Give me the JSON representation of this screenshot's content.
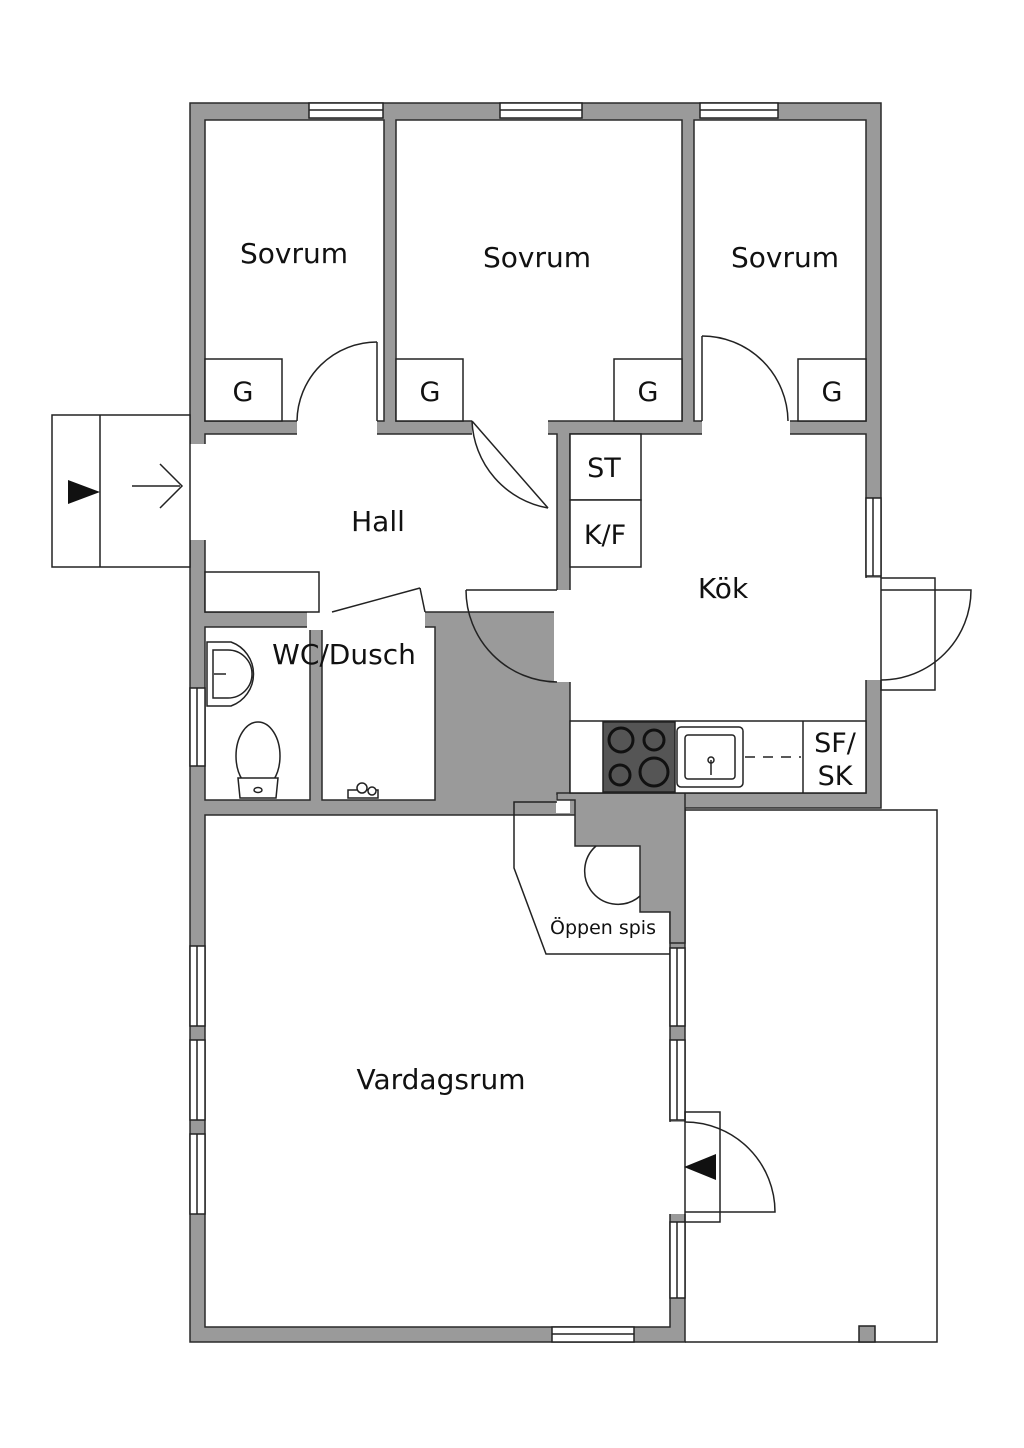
{
  "colors": {
    "wall": "#9a9a9a",
    "wall_stroke": "#2a2a2a",
    "line": "#222222",
    "floor": "#ffffff",
    "stove": "#555555"
  },
  "rooms": {
    "bedroom_left": "Sovrum",
    "bedroom_middle": "Sovrum",
    "bedroom_right": "Sovrum",
    "hall": "Hall",
    "kitchen": "Kök",
    "bathroom": "WC/Dusch",
    "living_room": "Vardagsrum"
  },
  "fixtures": {
    "wardrobe_1": "G",
    "wardrobe_2": "G",
    "wardrobe_3": "G",
    "wardrobe_4": "G",
    "storage": "ST",
    "fridge_freezer": "K/F",
    "sf_line1": "SF/",
    "sf_line2": "SK",
    "fireplace": "Öppen spis"
  },
  "icons": {
    "entrance": "arrow-right-icon",
    "balcony_entrance": "arrow-left-icon"
  }
}
